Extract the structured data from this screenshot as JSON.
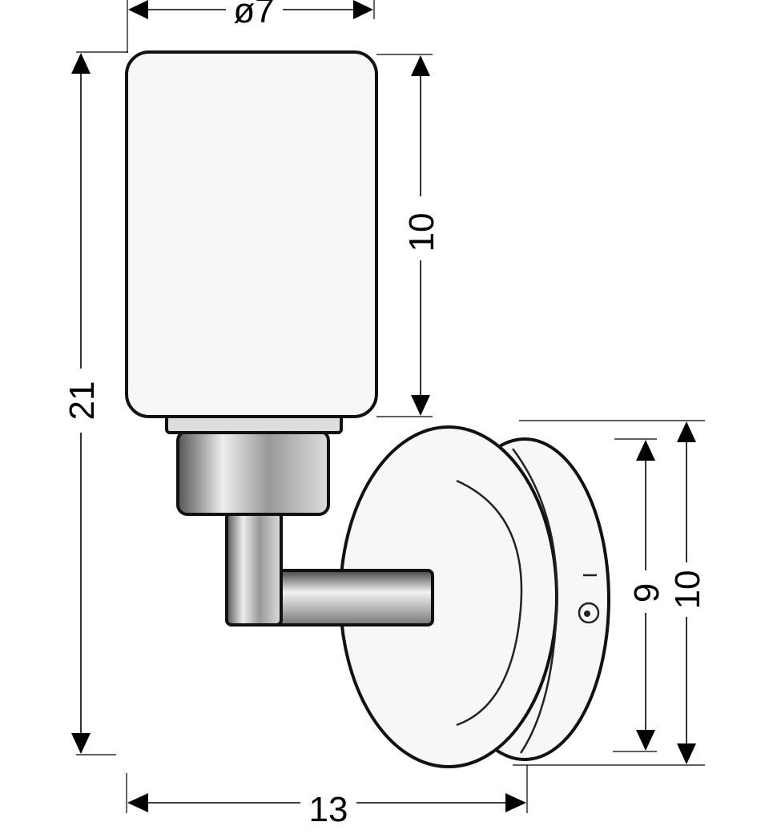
{
  "title": "Wall lamp dimension drawing",
  "dimensions": {
    "shade_diameter": "ø7",
    "shade_height": "10",
    "total_height": "21",
    "plate_inner_height": "9",
    "plate_outer_height": "10",
    "total_depth": "13"
  }
}
